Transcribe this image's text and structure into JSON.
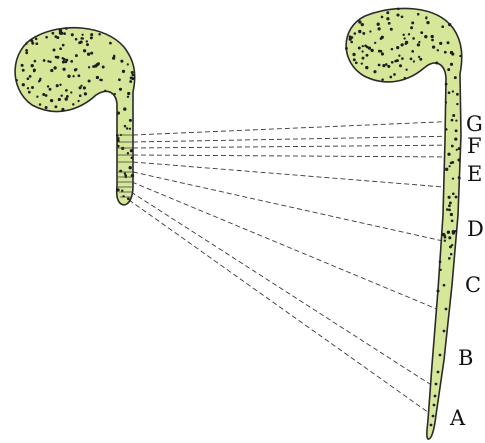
{
  "figure": {
    "zones": [
      {
        "id": "G",
        "label": "G"
      },
      {
        "id": "F",
        "label": "F"
      },
      {
        "id": "E",
        "label": "E"
      },
      {
        "id": "D",
        "label": "D"
      },
      {
        "id": "C",
        "label": "C"
      },
      {
        "id": "B",
        "label": "B"
      },
      {
        "id": "A",
        "label": "A"
      }
    ]
  }
}
